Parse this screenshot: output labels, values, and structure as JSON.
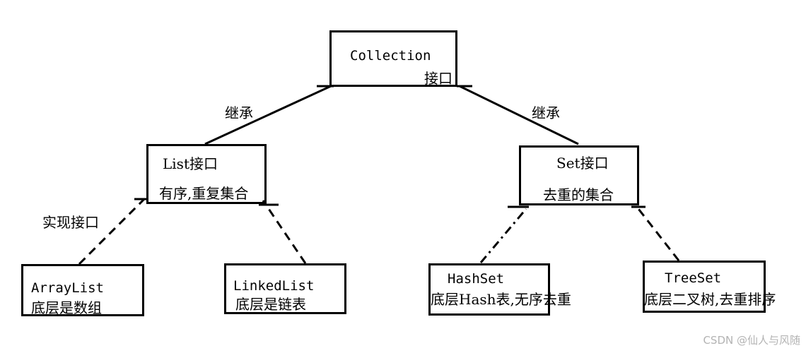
{
  "diagram": {
    "nodes": {
      "collection": {
        "name": "Collection",
        "desc": "接口"
      },
      "list": {
        "name": "List接口",
        "desc": "有序,重复集合"
      },
      "set": {
        "name": "Set接口",
        "desc": "去重的集合"
      },
      "arraylist": {
        "name": "ArrayList",
        "desc": "底层是数组"
      },
      "linkedlist": {
        "name": "LinkedList",
        "desc": "底层是链表"
      },
      "hashset": {
        "name": "HashSet",
        "desc": "底层Hash表,无序去重"
      },
      "treeset": {
        "name": "TreeSet",
        "desc": "底层二叉树,去重排序"
      }
    },
    "edge_labels": {
      "inherit_left": "继承",
      "inherit_right": "继承",
      "implement": "实现接口"
    }
  },
  "watermark": "CSDN @仙人与风随"
}
